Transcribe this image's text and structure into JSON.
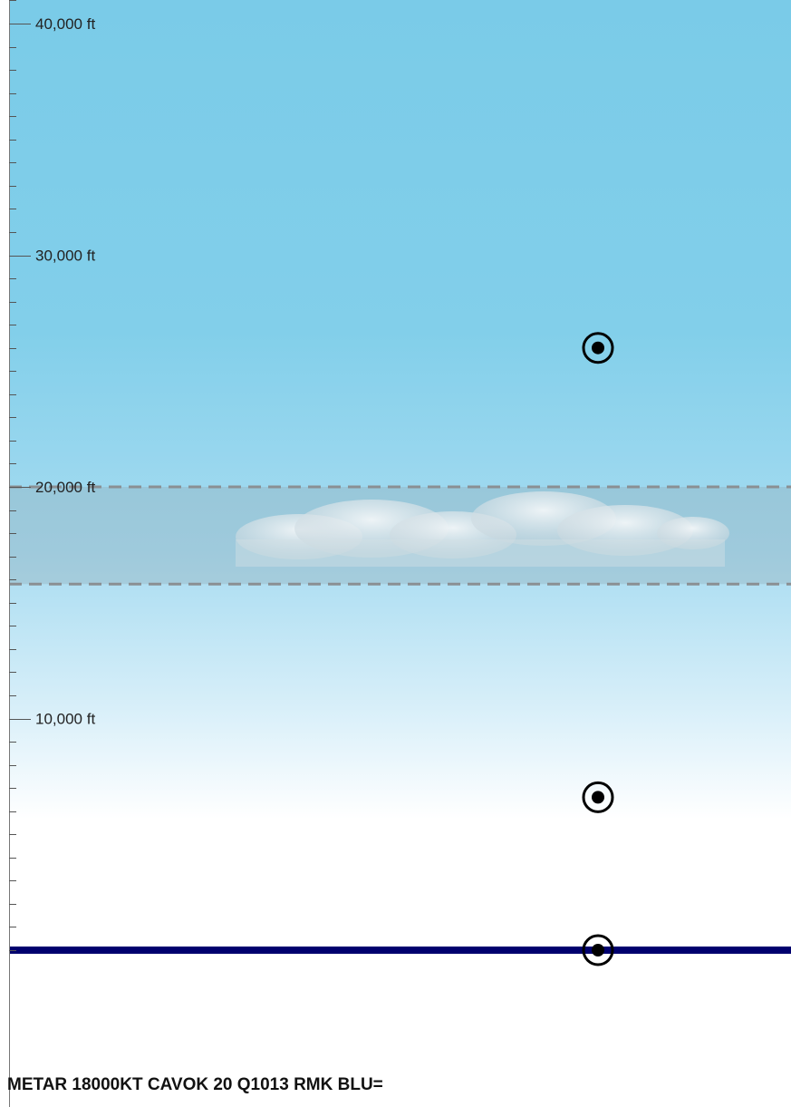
{
  "altitude_labels": [
    {
      "value": 40000,
      "text": "40,000 ft"
    },
    {
      "value": 30000,
      "text": "30,000 ft"
    },
    {
      "value": 20000,
      "text": "20,000 ft"
    },
    {
      "value": 10000,
      "text": "10,000 ft"
    }
  ],
  "cloud_layer": {
    "base_ft": 15800,
    "top_ft": 20000
  },
  "wind_markers_ft": [
    26000,
    6600,
    0
  ],
  "surface_line_color": "#00006e",
  "sky_colors": {
    "top": "#7acbe8",
    "mid": "#a8dcf1",
    "bottom": "#ffffff"
  },
  "metar": "METAR 18000KT CAVOK 20 Q1013 RMK BLU="
}
